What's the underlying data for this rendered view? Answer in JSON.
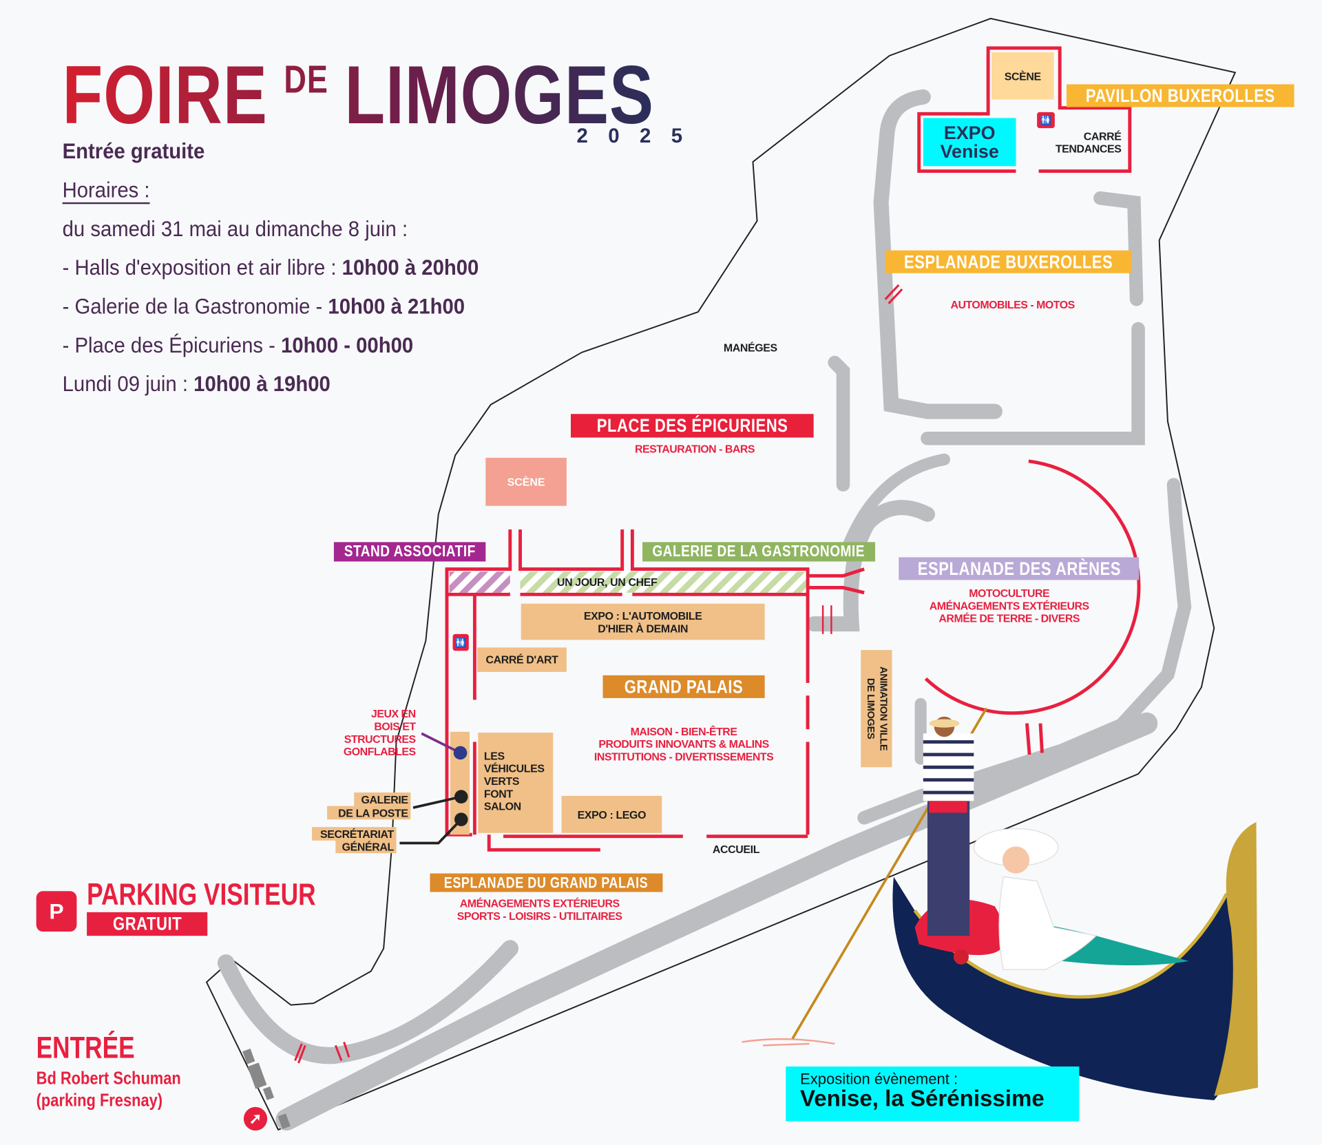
{
  "header": {
    "title_main": "FOIRE",
    "title_de": "DE",
    "title_city": "LIMOGES",
    "year": "2025",
    "entry": "Entrée gratuite",
    "hours_heading": "Horaires :",
    "period": "du samedi 31 mai au dimanche 8 juin :",
    "hours": [
      {
        "label": "- Halls d'exposition et air libre : ",
        "time": "10h00 à 20h00"
      },
      {
        "label": "- Galerie de la Gastronomie - ",
        "time": "10h00 à 21h00"
      },
      {
        "label": "- Place des Épicuriens - ",
        "time": "10h00 - 00h00"
      },
      {
        "label": "Lundi 09 juin : ",
        "time": "10h00 à 19h00"
      }
    ]
  },
  "map": {
    "pavillon": {
      "scene": "SCÈNE",
      "title": "PAVILLON BUXEROLLES",
      "expo_line1": "EXPO",
      "expo_line2": "Venise",
      "carre_line1": "CARRÉ",
      "carre_line2": "TENDANCES"
    },
    "esplanade_buxerolles": {
      "title": "ESPLANADE BUXEROLLES",
      "sub": "AUTOMOBILES - MOTOS"
    },
    "maneges": "MANÉGES",
    "epicuriens": {
      "title": "PLACE DES ÉPICURIENS",
      "sub": "RESTAURATION - BARS",
      "scene": "SCÈNE"
    },
    "stand_associatif": "STAND ASSOCIATIF",
    "galerie_gastronomie": "GALERIE DE LA GASTRONOMIE",
    "un_jour_un_chef": "UN JOUR, UN CHEF",
    "expo_auto_line1": "EXPO : L'AUTOMOBILE",
    "expo_auto_line2": "D'HIER À DEMAIN",
    "carre_art": "CARRÉ D'ART",
    "grand_palais": {
      "title": "GRAND PALAIS",
      "sub": [
        "MAISON - BIEN-ÊTRE",
        "PRODUITS INNOVANTS & MALINS",
        "INSTITUTIONS - DIVERTISSEMENTS"
      ]
    },
    "jeux": [
      "JEUX EN",
      "BOIS ET",
      "STRUCTURES",
      "GONFLABLES"
    ],
    "vehicules": [
      "LES",
      "VÉHICULES",
      "VERTS",
      "FONT",
      "SALON"
    ],
    "expo_lego": "EXPO : LEGO",
    "galerie_poste": [
      "GALERIE",
      "DE LA POSTE"
    ],
    "secretariat": [
      "SECRÉTARIAT",
      "GÉNÉRAL"
    ],
    "accueil": "ACCUEIL",
    "animation": [
      "ANIMATION VILLE",
      "DE LIMOGES"
    ],
    "arenes": {
      "title": "ESPLANADE DES ARÈNES",
      "sub": [
        "MOTOCULTURE",
        "AMÉNAGEMENTS EXTÉRIEURS",
        "ARMÉE DE TERRE - DIVERS"
      ]
    },
    "esplanade_gp": {
      "title": "ESPLANADE DU GRAND PALAIS",
      "sub": [
        "AMÉNAGEMENTS EXTÉRIEURS",
        "SPORTS - LOISIRS - UTILITAIRES"
      ]
    }
  },
  "parking": {
    "icon_letter": "P",
    "title": "PARKING VISITEUR",
    "badge": "GRATUIT"
  },
  "entrance": {
    "title": "ENTRÉE",
    "line1": "Bd Robert Schuman",
    "line2": "(parking Fresnay)"
  },
  "banner": {
    "line1": "Exposition évènement :",
    "line2": "Venise, la Sérénissime"
  },
  "icons": [
    "toilet-icon",
    "parking-icon",
    "entrance-arrow-icon",
    "gondola-illustration"
  ],
  "colors": {
    "red": "#e8203f",
    "orange": "#f8b632",
    "dark_orange": "#dd8a2a",
    "green": "#8fb561",
    "purple": "#a3278f",
    "lavender": "#b9a9d6",
    "tan": "#f0c088",
    "cyan": "#00f9ff",
    "navy": "#2a2f5a",
    "road": "#bcbdc0"
  }
}
